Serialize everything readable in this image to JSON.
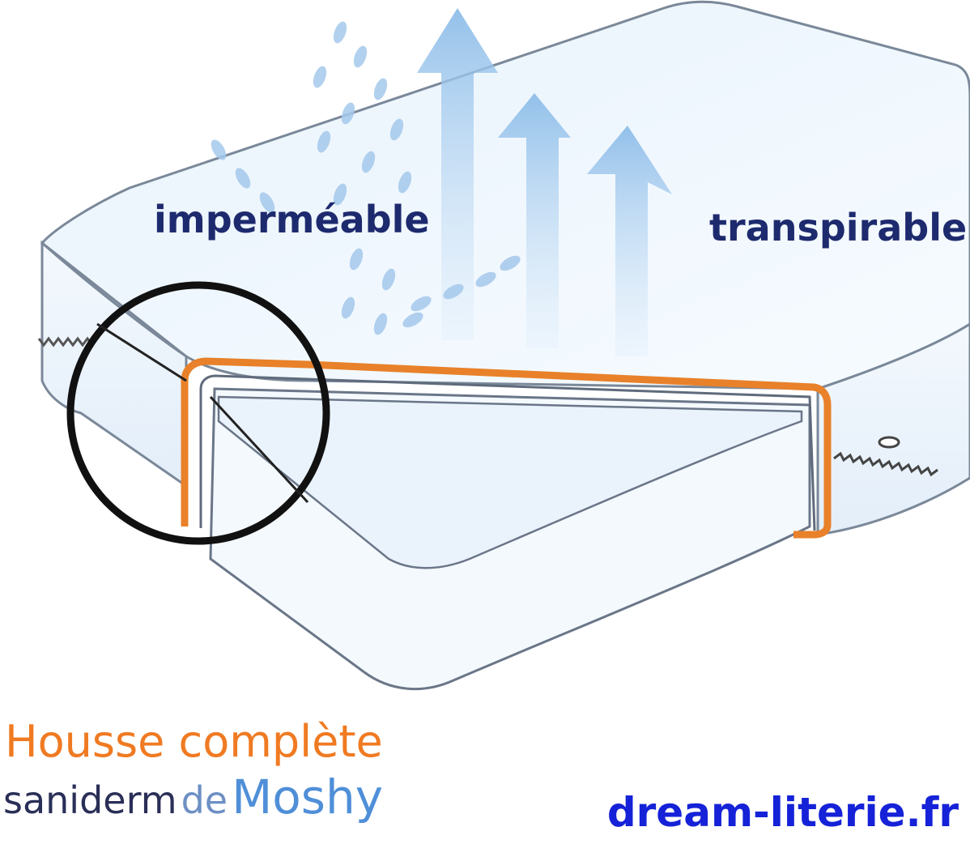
{
  "labels": {
    "left_property": "imperméable",
    "right_property": "transpirable"
  },
  "product": {
    "line1": "Housse complète",
    "brand_prefix": "saniderm",
    "connector": "de",
    "brand_name": "Moshy"
  },
  "website": "dream-literie.fr",
  "colors": {
    "label_text": "#1e2a6e",
    "title_orange": "#f07a22",
    "brand_dark": "#2a2f57",
    "brand_blue": "#4f8fd8",
    "website_blue": "#1522d8",
    "cover_orange": "#e8812a",
    "arrow_blue": "#a9cdee"
  },
  "icons": {
    "water_drops": "water-drops-icon",
    "breathability_arrows": "up-arrows-icon",
    "zoom_circle": "magnifier-circle-icon"
  }
}
